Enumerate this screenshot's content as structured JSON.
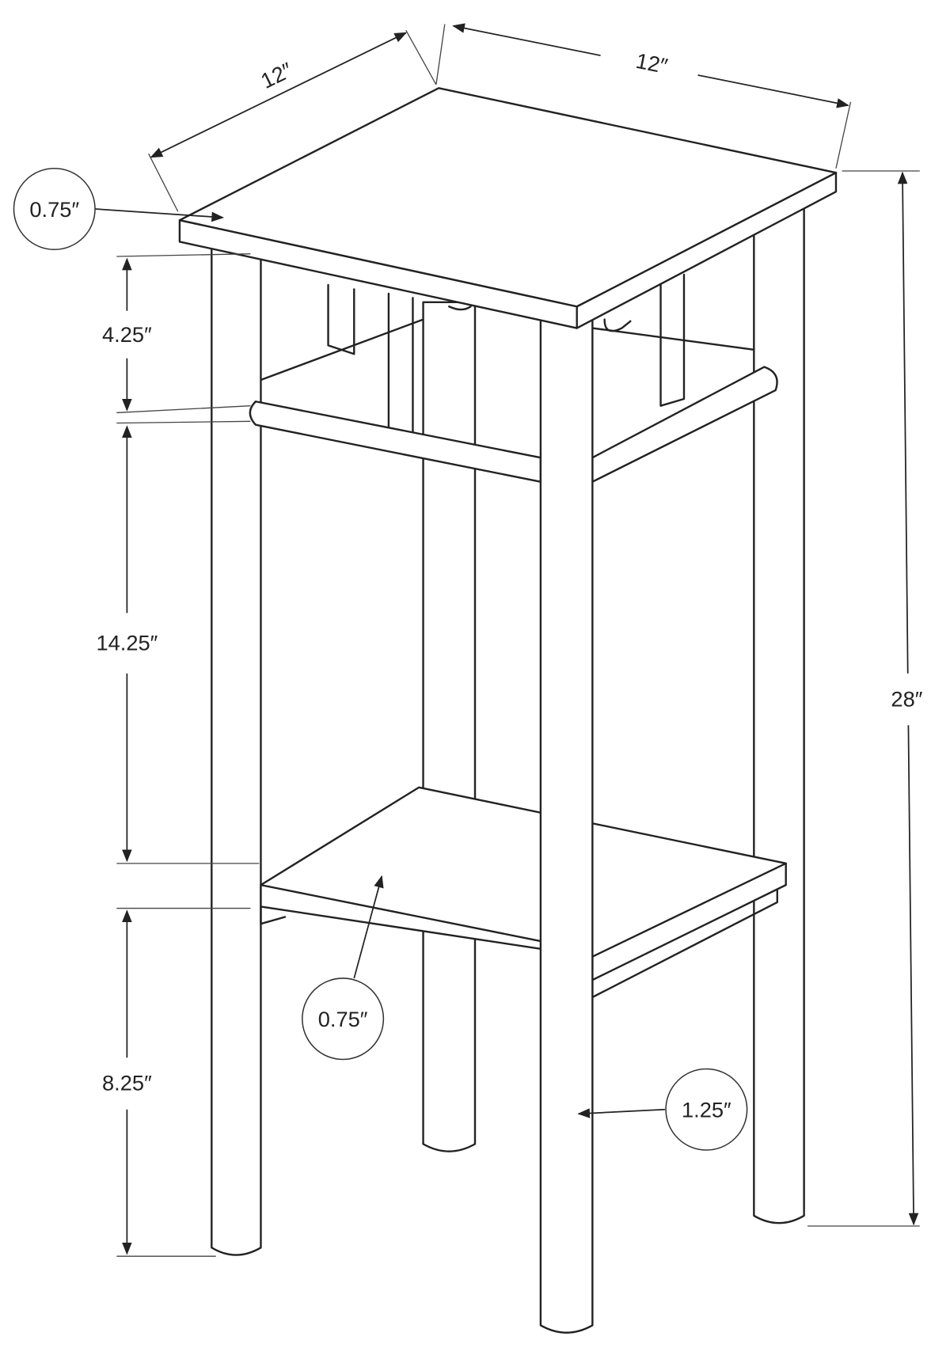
{
  "title": "Plant stand dimension diagram",
  "dimensions": {
    "width": "12″",
    "depth": "12″",
    "top_thickness": "0.75″",
    "apron_height": "4.25″",
    "middle_gap": "14.25″",
    "lower_gap": "8.25″",
    "total_height": "28″",
    "shelf_thickness": "0.75″",
    "leg_diameter": "1.25″"
  },
  "colors": {
    "line": "#222222",
    "background": "#ffffff"
  }
}
